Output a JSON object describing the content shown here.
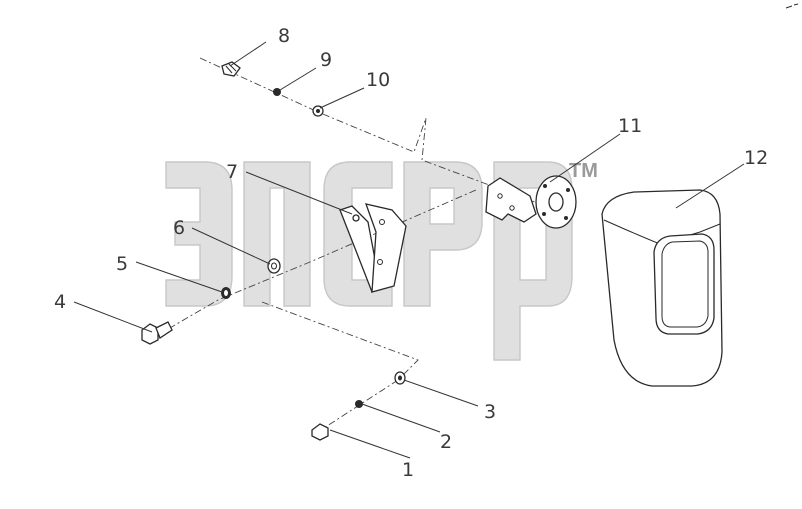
{
  "diagram": {
    "callouts": [
      "1",
      "2",
      "3",
      "4",
      "5",
      "6",
      "7",
      "8",
      "9",
      "10",
      "11",
      "12"
    ],
    "watermark": {
      "trademark": "TM"
    }
  },
  "colors": {
    "line": "#2a2a2a",
    "watermark": "#c8c8c8",
    "background": "#ffffff"
  }
}
